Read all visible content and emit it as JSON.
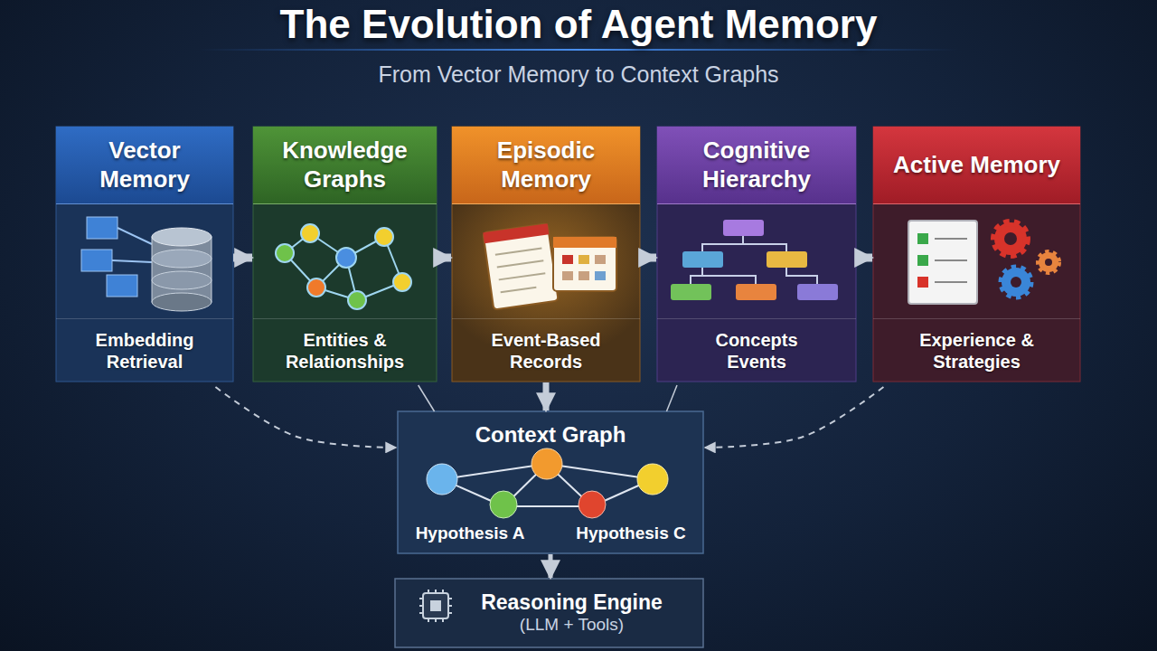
{
  "diagram": {
    "title": "The Evolution of Agent Memory",
    "caption": "From Vector Memory to Context Graphs",
    "nodes": [
      {
        "text": [
          "Vector Memory",
          "Embedding Retrieval"
        ]
      },
      {
        "text": [
          "Knowledge Graphs",
          "Entities & Relationships"
        ]
      },
      {
        "text": [
          "Episodic Memory",
          "Event-Based Records"
        ]
      },
      {
        "text": [
          "Cognitive Hierarchy",
          "Concepts Events"
        ]
      },
      {
        "text": [
          "Active Memory",
          "Experience & Strategies"
        ]
      },
      {
        "text": [
          "Context Graph",
          "Hypothesis A",
          "Hypothesis C"
        ]
      },
      {
        "text": [
          "Reasoning Engine",
          "(LLM + Tools)"
        ]
      }
    ],
    "edges": [
      {
        "from": 0,
        "to": 1,
        "arrow": "to"
      },
      {
        "from": 1,
        "to": 2,
        "arrow": "to"
      },
      {
        "from": 2,
        "to": 3,
        "arrow": "to"
      },
      {
        "from": 3,
        "to": 4,
        "arrow": "to"
      },
      {
        "from": 0,
        "to": 5,
        "arrow": "to"
      },
      {
        "from": 1,
        "to": 5,
        "arrow": "none"
      },
      {
        "from": 2,
        "to": 5,
        "arrow": "to"
      },
      {
        "from": 3,
        "to": 5,
        "arrow": "none"
      },
      {
        "from": 4,
        "to": 5,
        "arrow": "to"
      },
      {
        "from": 5,
        "to": 6,
        "arrow": "to"
      }
    ]
  }
}
